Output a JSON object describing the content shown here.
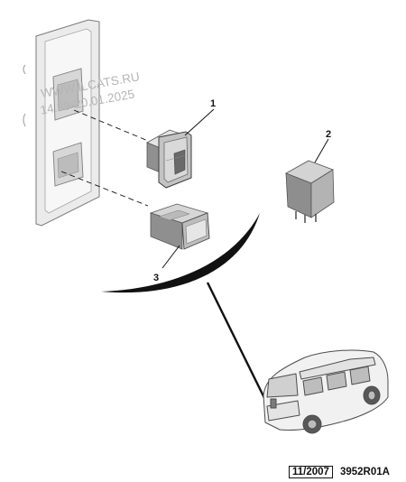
{
  "watermark": {
    "site": "WWW.ILCATS.RU",
    "timestamp": "14.39-20.01.2025"
  },
  "callouts": [
    "1",
    "2",
    "3"
  ],
  "footer": {
    "date": "11/2007",
    "reference": "3952R01A"
  },
  "colors": {
    "line": "#111111",
    "part_light": "#e6e6e6",
    "part_mid": "#b9b9b9",
    "part_dark": "#6f6f6f"
  }
}
